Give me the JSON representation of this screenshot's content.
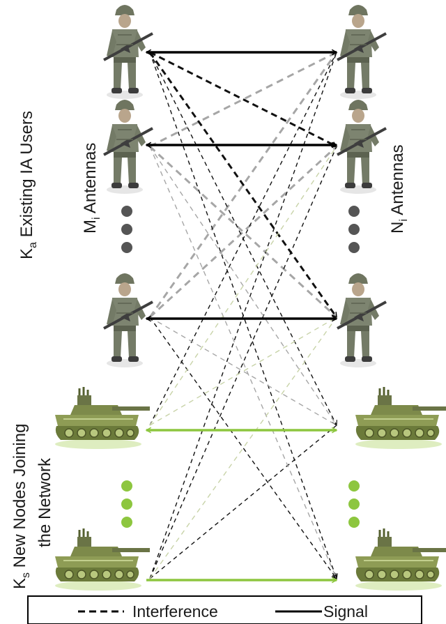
{
  "labels": {
    "group_a_main": "K",
    "group_a_sub": "a",
    "group_a_rest": " Existing IA Users",
    "tx_ant_main": "M",
    "tx_ant_sub": "i",
    "tx_ant_rest": " Antennas",
    "rx_ant_main": "N",
    "rx_ant_sub": "i",
    "rx_ant_rest": " Antennas",
    "group_s_main": "K",
    "group_s_sub": "s",
    "group_s_line1": " New Nodes Joining",
    "group_s_line2": "the Network"
  },
  "legend": {
    "interference": "Interference",
    "signal": "Signal"
  },
  "colors": {
    "signal_ia": "#000000",
    "signal_new": "#8dc63f",
    "interference_dark": "#111111",
    "interference_gray": "#a6a6a6",
    "interference_light": "#c8d3a8",
    "dots_ia": "#555555",
    "dots_new": "#8dc63f"
  },
  "icons": {
    "left_nodes": [
      "soldier-icon",
      "soldier-icon",
      "soldier-icon",
      "tank-icon",
      "tank-icon"
    ],
    "right_nodes": [
      "soldier-icon",
      "soldier-icon",
      "soldier-icon",
      "tank-icon",
      "tank-icon"
    ]
  }
}
